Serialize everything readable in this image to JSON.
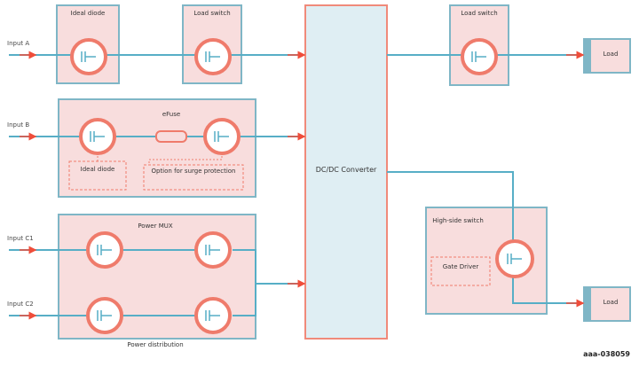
{
  "diagram": {
    "inputs": [
      "Input A",
      "Input B",
      "Input C1",
      "Input C2"
    ],
    "blocks": {
      "ideal_diode": "Ideal diode",
      "load_switch_1": "Load switch",
      "load_switch_2": "Load switch",
      "efuse": "eFuse",
      "ideal_diode_2": "Ideal diode",
      "option_sense": "Option for surge protection",
      "power_mux": "Power MUX",
      "power_distribution": "Power distribution",
      "converter": "DC/DC Converter",
      "high_side_switch": "High-side switch",
      "gate_driver": "Gate Driver"
    },
    "outputs": [
      "Load",
      "Load"
    ],
    "figure_id": "aaa-038059"
  },
  "colors": {
    "box_fill": "#f8dddd",
    "box_border": "#7fb6c6",
    "converter_fill": "#dfeef3",
    "converter_border": "#f08a7a",
    "wire": "#57aec6",
    "arrow": "#ef4d3a",
    "circle": "#ef7b6b"
  }
}
